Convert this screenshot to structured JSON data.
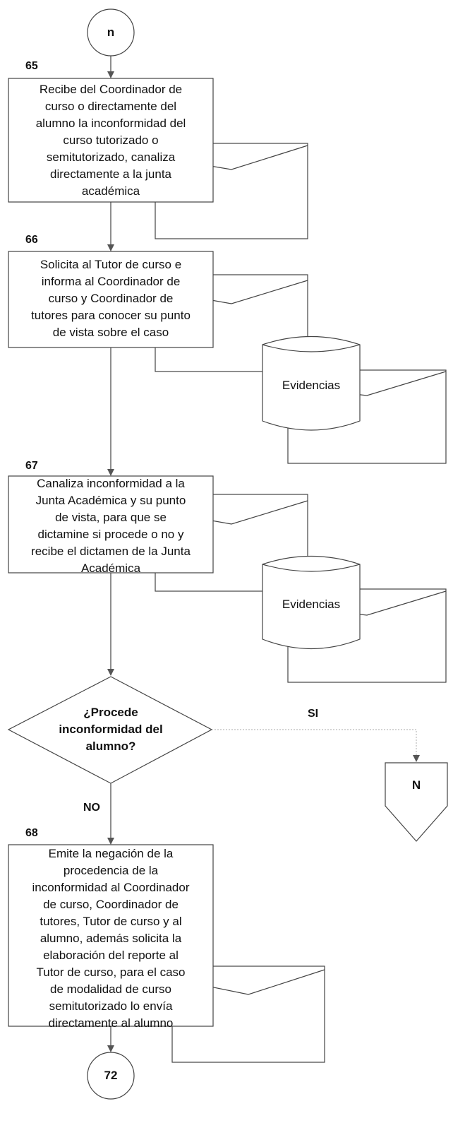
{
  "connectors": {
    "start": "n",
    "end": "72",
    "offpage": "N"
  },
  "steps": [
    {
      "number": "65",
      "text": "Recibe del Coordinador de\ncurso o directamente del\nalumno la inconformidad del\ncurso tutorizado o\nsemitutorizado, canaliza\ndirectamente a la junta\nacadémica"
    },
    {
      "number": "66",
      "text": "Solicita al Tutor de curso e\ninforma al Coordinador de\ncurso y Coordinador de\ntutores para conocer su punto\nde vista sobre el caso"
    },
    {
      "number": "67",
      "text": "Canaliza inconformidad a la\nJunta Académica y su punto\nde vista, para que se\ndictamine si procede o no y\nrecibe el dictamen de la Junta\nAcadémica"
    },
    {
      "number": "68",
      "text": "Emite la negación de la\nprocedencia de la\ninconformidad al Coordinador\nde curso, Coordinador de\ntutores, Tutor de curso y al\nalumno, además solicita la\nelaboración del reporte al\nTutor de curso, para el caso\nde modalidad de curso\nsemitutorizado lo envía\ndirectamente al alumno"
    }
  ],
  "evidences": [
    "Evidencias",
    "Evidencias"
  ],
  "decision": {
    "question": "¿Procede\ninconformidad del\nalumno?",
    "yes_label": "SI",
    "no_label": "NO"
  }
}
